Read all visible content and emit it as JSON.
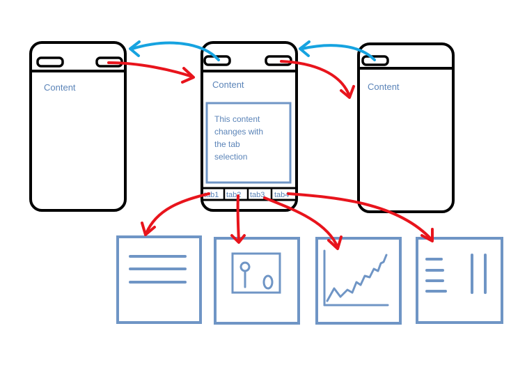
{
  "left_screen": {
    "content_label": "Content"
  },
  "middle_screen": {
    "content_label": "Content",
    "tab_content_lines": [
      "This content",
      "changes with",
      "the tab",
      "selection"
    ],
    "tabs": [
      "tab1",
      "tab2",
      "tab3",
      "tab4"
    ]
  },
  "right_screen": {
    "content_label": "Content"
  },
  "colors": {
    "outline": "#000000",
    "accent_blue": "#6f95c5",
    "text_blue": "#5b84b8",
    "arrow_red": "#e8141c",
    "arrow_cyan": "#16a3e0"
  },
  "tab_views": [
    {
      "icon": "list-lines-icon"
    },
    {
      "icon": "image-icon"
    },
    {
      "icon": "line-chart-icon"
    },
    {
      "icon": "columns-icon"
    }
  ]
}
